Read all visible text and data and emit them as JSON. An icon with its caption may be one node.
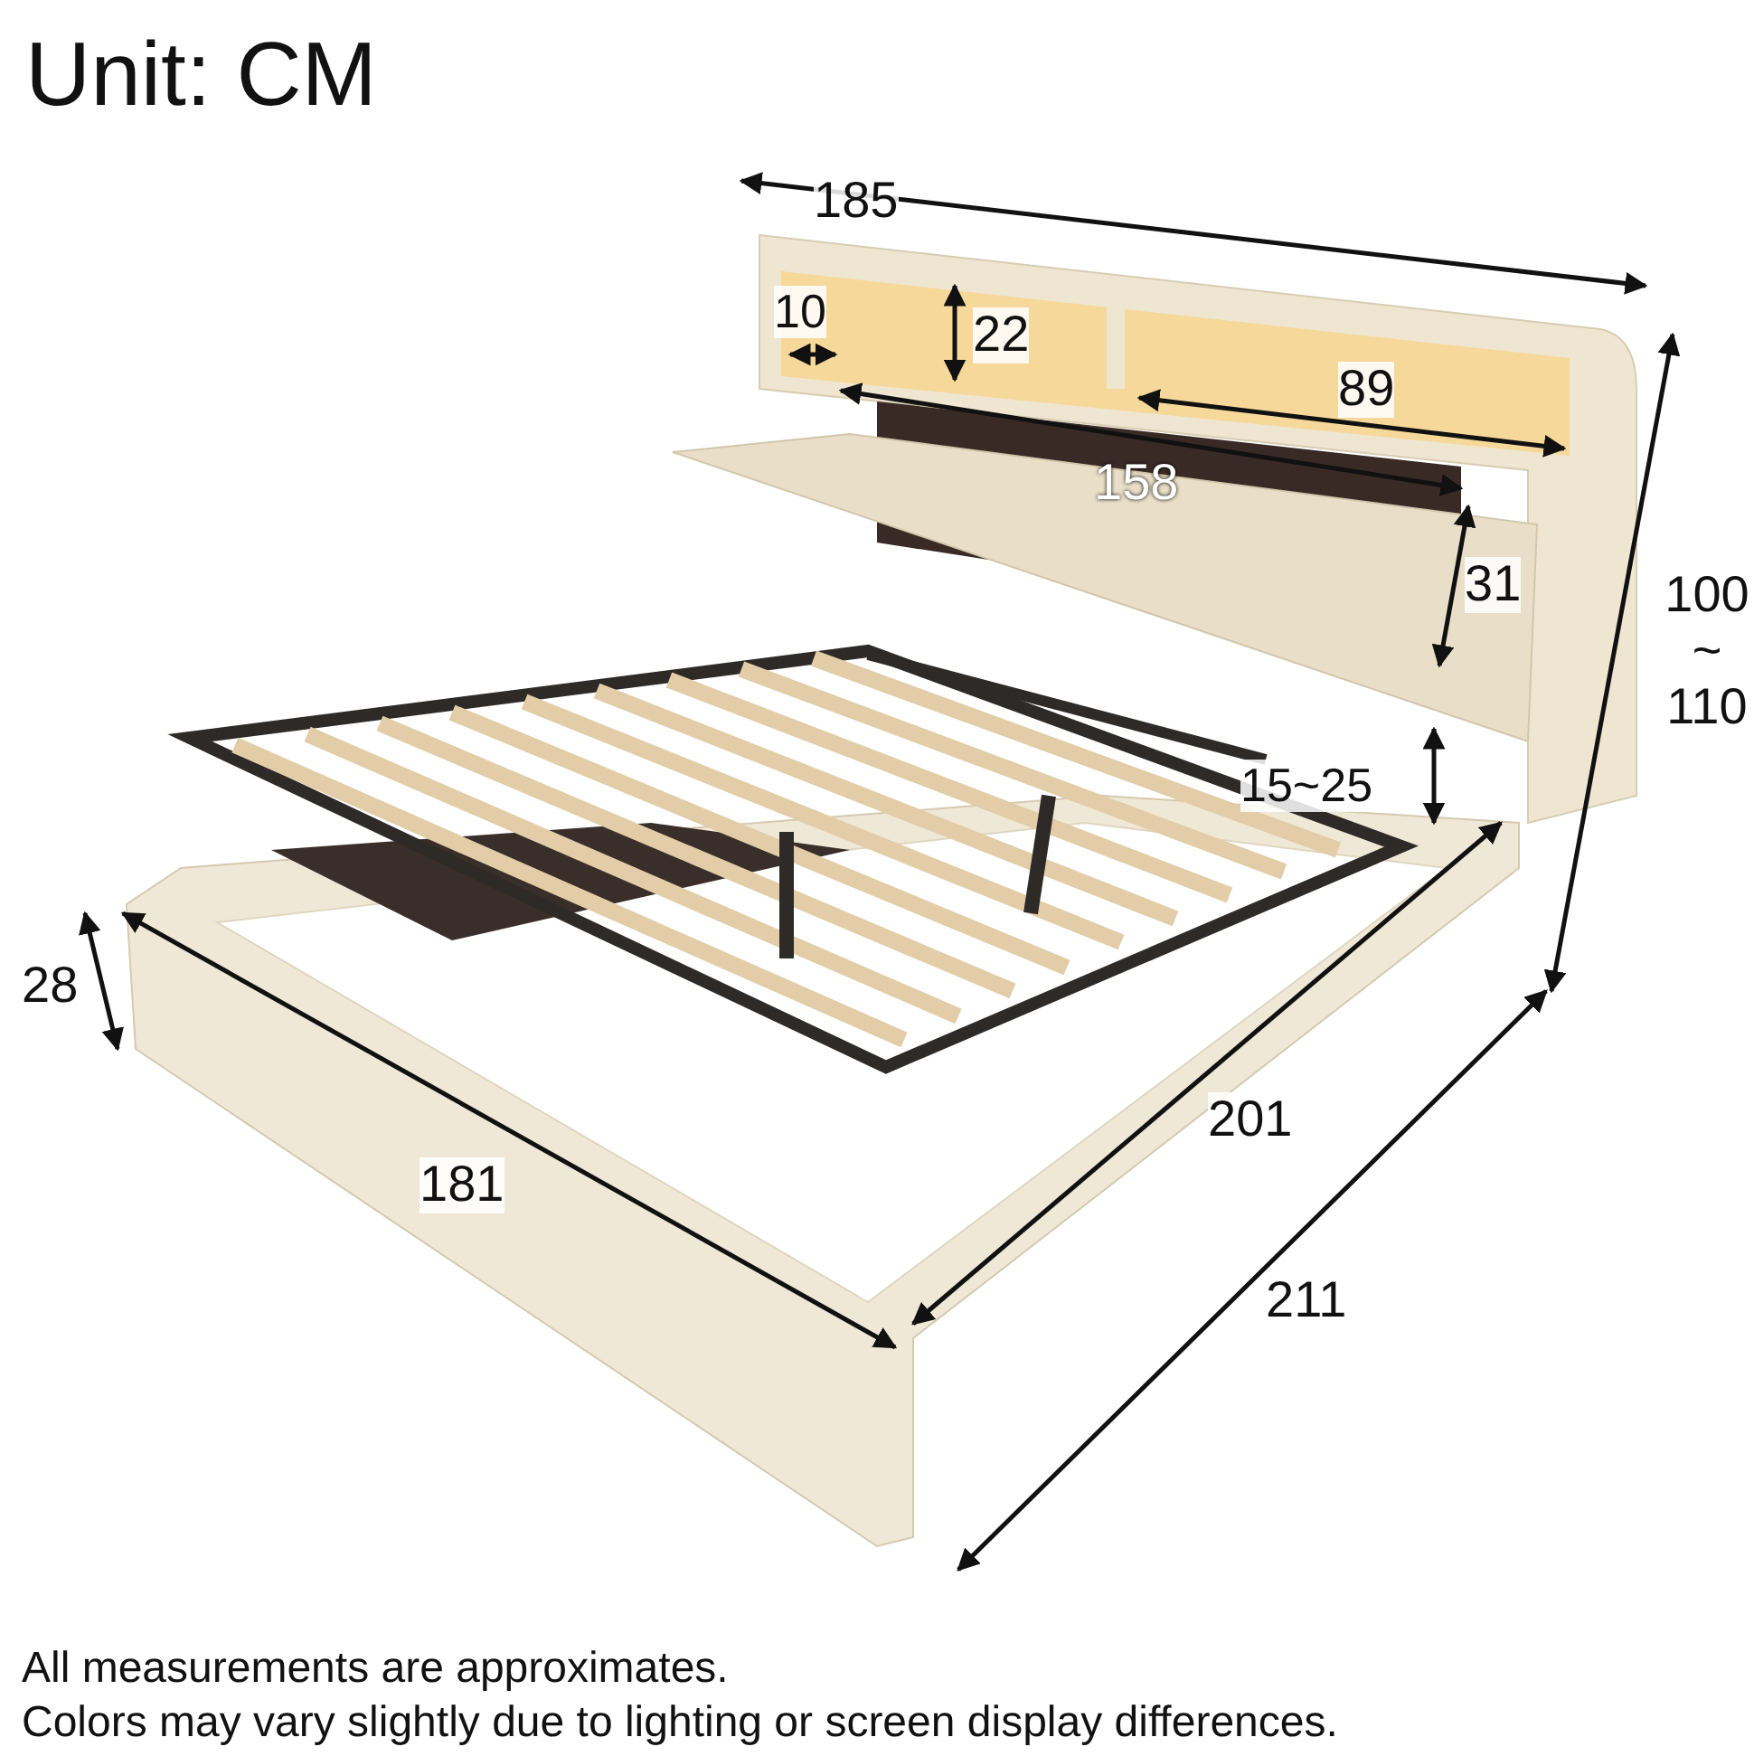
{
  "diagram": {
    "labels": [
      "Unit: CM",
      "185",
      "10",
      "22",
      "89",
      "158",
      "31",
      "100 ~ 110",
      "15~25",
      "28",
      "201",
      "181",
      "211",
      "All measurements are approximates.",
      "Colors may vary slightly due to lighting or screen display differences."
    ]
  }
}
